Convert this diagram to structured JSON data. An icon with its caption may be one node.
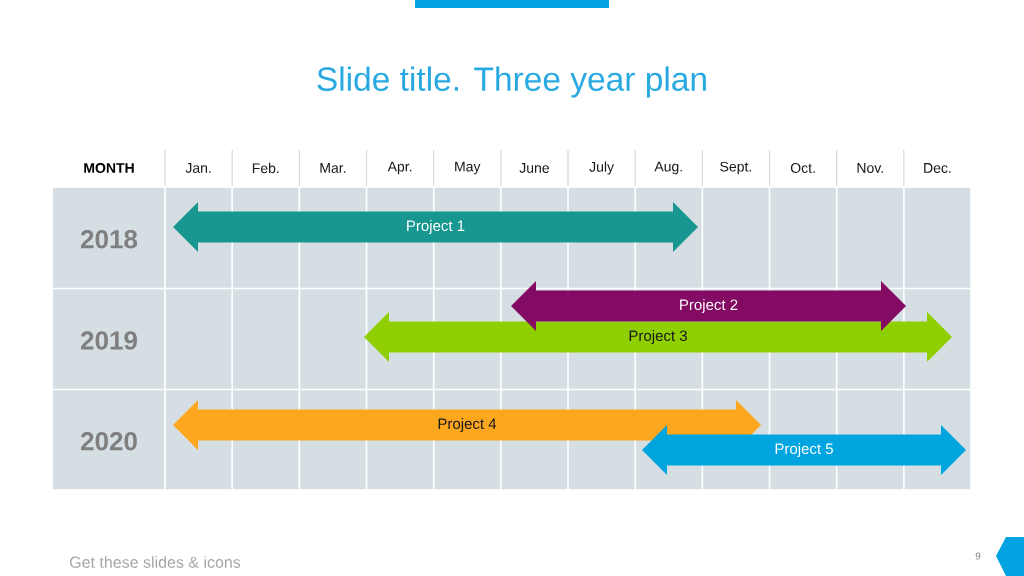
{
  "diagram": {
    "title": "Slide title. Three year plan",
    "nodes": [
      {
        "text": [
          "Project 1"
        ]
      },
      {
        "text": [
          "Project 2"
        ]
      },
      {
        "text": [
          "Project 3"
        ]
      },
      {
        "text": [
          "Project 4"
        ]
      },
      {
        "text": [
          "Project 5"
        ]
      }
    ],
    "labels": [
      "MONTH",
      "Jan.",
      "Feb.",
      "Mar.",
      "Apr.",
      "May",
      "June",
      "July",
      "Aug.",
      "Sept.",
      "Oct.",
      "Nov.",
      "Dec.",
      "2018",
      "2019",
      "2020",
      "Get these slides & icons",
      "9"
    ]
  }
}
